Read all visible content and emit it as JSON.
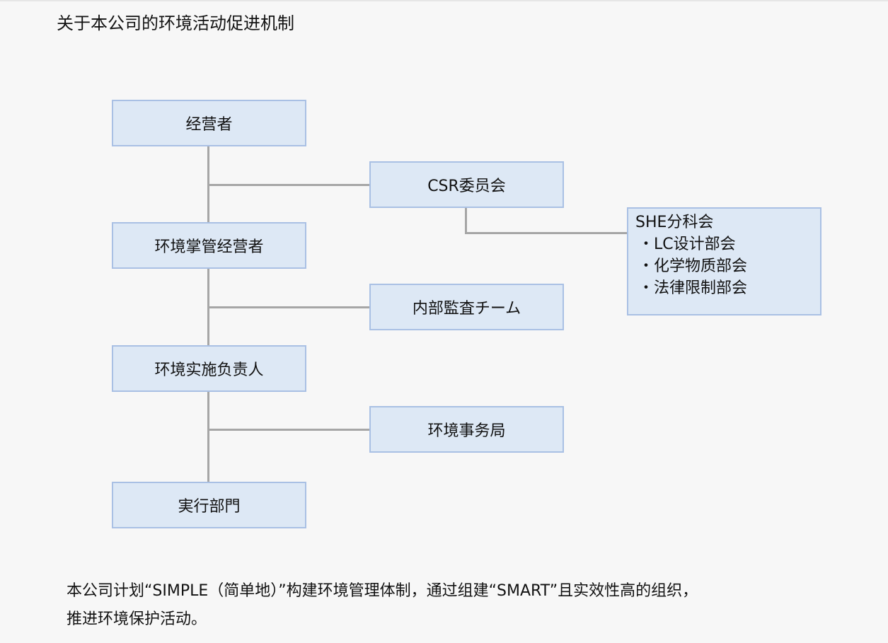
{
  "title": "关于本公司的环境活动促进机制",
  "nodes": {
    "management": "经营者",
    "csr_committee": "CSR委员会",
    "env_executive": "环境掌管经营者",
    "internal_audit": "内部監査チーム",
    "env_officer": "环境实施负责人",
    "env_office": "环境事务局",
    "execution_dept": "実行部門"
  },
  "she": {
    "title": "SHE分科会",
    "items": [
      "・LC设计部会",
      "・化学物质部会",
      "・法律限制部会"
    ]
  },
  "footer": {
    "line1": "本公司计划“SIMPLE（简单地）”构建环境管理体制，通过组建“SMART”且实效性高的组织，",
    "line2": "推进环境保护活动。"
  },
  "colors": {
    "box_fill": "#dde8f5",
    "box_border": "#a9c0e4",
    "connector": "#a6a6a6",
    "background": "#f7f7f7"
  }
}
